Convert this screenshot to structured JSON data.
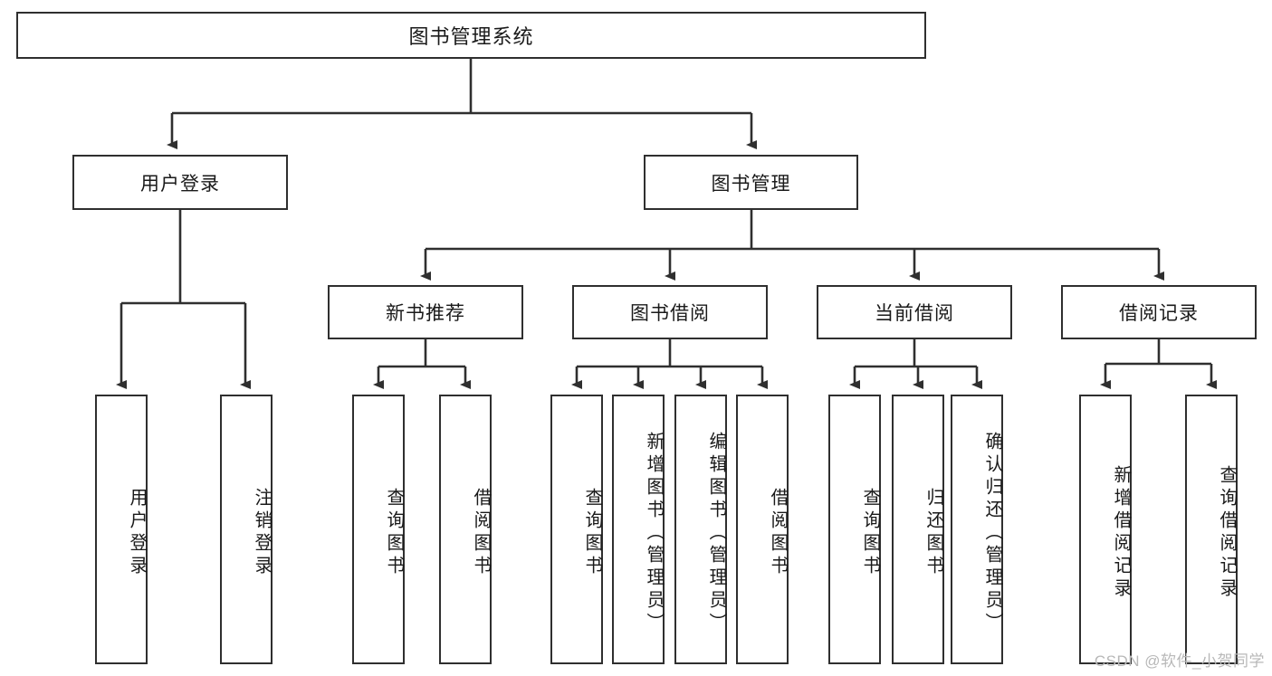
{
  "diagram": {
    "type": "tree",
    "title": "图书管理系统",
    "watermark": "CSDN @软件_小贺同学",
    "colors": {
      "stroke": "#2f2f2f",
      "fill": "#ffffff",
      "text": "#1a1a1a",
      "watermark": "#b8b8b8"
    },
    "root": {
      "label": "图书管理系统"
    },
    "level1": [
      {
        "id": "user-login",
        "label": "用户登录"
      },
      {
        "id": "book-manage",
        "label": "图书管理"
      }
    ],
    "level2": [
      {
        "id": "new-book-recommend",
        "label": "新书推荐",
        "parent": "book-manage"
      },
      {
        "id": "book-borrow",
        "label": "图书借阅",
        "parent": "book-manage"
      },
      {
        "id": "current-borrow",
        "label": "当前借阅",
        "parent": "book-manage"
      },
      {
        "id": "borrow-record",
        "label": "借阅记录",
        "parent": "book-manage"
      }
    ],
    "leaves": [
      {
        "id": "leaf-user-login",
        "label": "用户登录",
        "parent": "user-login"
      },
      {
        "id": "leaf-logout-login",
        "label": "注销登录",
        "parent": "user-login"
      },
      {
        "id": "leaf-query-book-1",
        "label": "查询图书",
        "parent": "new-book-recommend"
      },
      {
        "id": "leaf-borrow-book-1",
        "label": "借阅图书",
        "parent": "new-book-recommend"
      },
      {
        "id": "leaf-query-book-2",
        "label": "查询图书",
        "parent": "book-borrow"
      },
      {
        "id": "leaf-add-book",
        "label": "新增图书（管理员）",
        "parent": "book-borrow"
      },
      {
        "id": "leaf-edit-book",
        "label": "编辑图书（管理员）",
        "parent": "book-borrow"
      },
      {
        "id": "leaf-borrow-book-2",
        "label": "借阅图书",
        "parent": "book-borrow"
      },
      {
        "id": "leaf-query-book-3",
        "label": "查询图书",
        "parent": "current-borrow"
      },
      {
        "id": "leaf-return-book",
        "label": "归还图书",
        "parent": "current-borrow"
      },
      {
        "id": "leaf-confirm-return",
        "label": "确认归还（管理员）",
        "parent": "current-borrow"
      },
      {
        "id": "leaf-add-record",
        "label": "新增借阅记录",
        "parent": "borrow-record"
      },
      {
        "id": "leaf-query-record",
        "label": "查询借阅记录",
        "parent": "borrow-record"
      }
    ]
  }
}
